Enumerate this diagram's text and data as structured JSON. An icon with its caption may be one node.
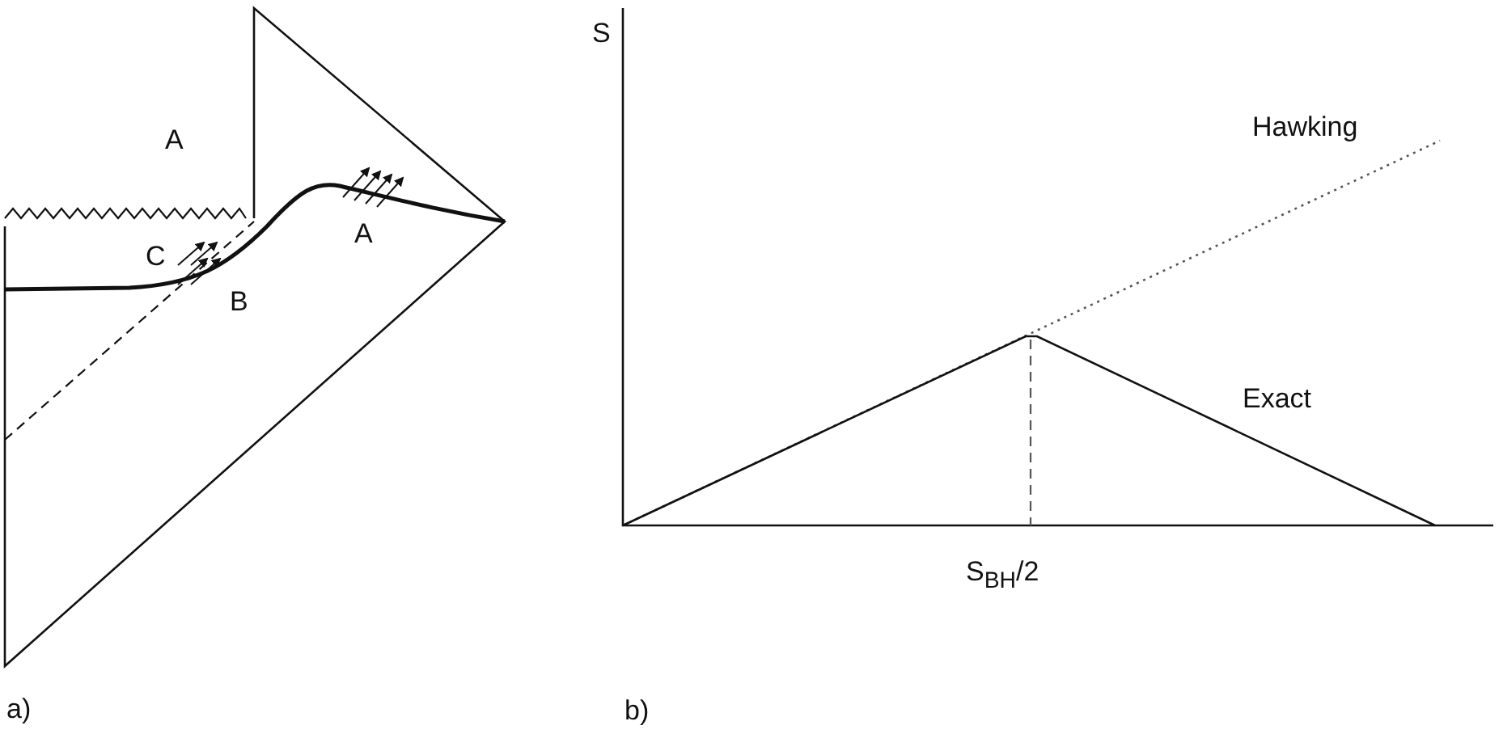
{
  "diagram": {
    "labels": [
      "A",
      "C",
      "B",
      "A",
      "a)",
      "S",
      "Hawking",
      "Exact",
      "S$_{BH}$/2",
      "b)"
    ]
  }
}
